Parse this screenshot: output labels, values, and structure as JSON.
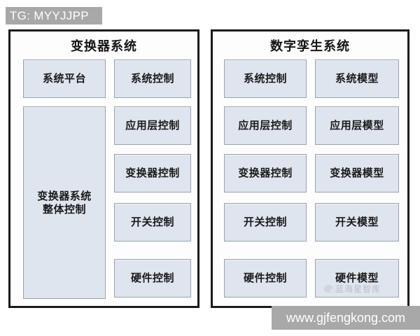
{
  "banner": {
    "text": "TG: MYYJJPP"
  },
  "colors": {
    "banner_bg": "#a8a8a8",
    "banner_text": "#ffffff",
    "panel_border": "#1b1b1b",
    "node_fill": "#dfe5ee",
    "node_border": "#9aa2ae",
    "text": "#1a1a1a"
  },
  "panels": [
    {
      "id": "converter-system",
      "title": "变换器系统",
      "columns": [
        {
          "id": "left-column",
          "nodes": [
            {
              "label": "系统平台"
            },
            {
              "label": "变换器系统\n整体控制"
            }
          ]
        },
        {
          "id": "right-column",
          "nodes": [
            {
              "label": "系统控制"
            },
            {
              "label": "应用层控制"
            },
            {
              "label": "变换器控制"
            },
            {
              "label": "开关控制"
            },
            {
              "label": "硬件控制"
            }
          ]
        }
      ]
    },
    {
      "id": "digital-twin-system",
      "title": "数字孪生系统",
      "columns": [
        {
          "id": "control-column",
          "nodes": [
            {
              "label": "系统控制"
            },
            {
              "label": "应用层控制"
            },
            {
              "label": "变换器控制"
            },
            {
              "label": "开关控制"
            },
            {
              "label": "硬件控制"
            }
          ]
        },
        {
          "id": "model-column",
          "nodes": [
            {
              "label": "系统模型"
            },
            {
              "label": "应用层模型"
            },
            {
              "label": "变换器模型"
            },
            {
              "label": "开关模型"
            },
            {
              "label": "硬件模型"
            }
          ]
        }
      ]
    }
  ],
  "watermarks": {
    "url": "www.gjfengkong.com",
    "inner": "蓝海星智库"
  }
}
